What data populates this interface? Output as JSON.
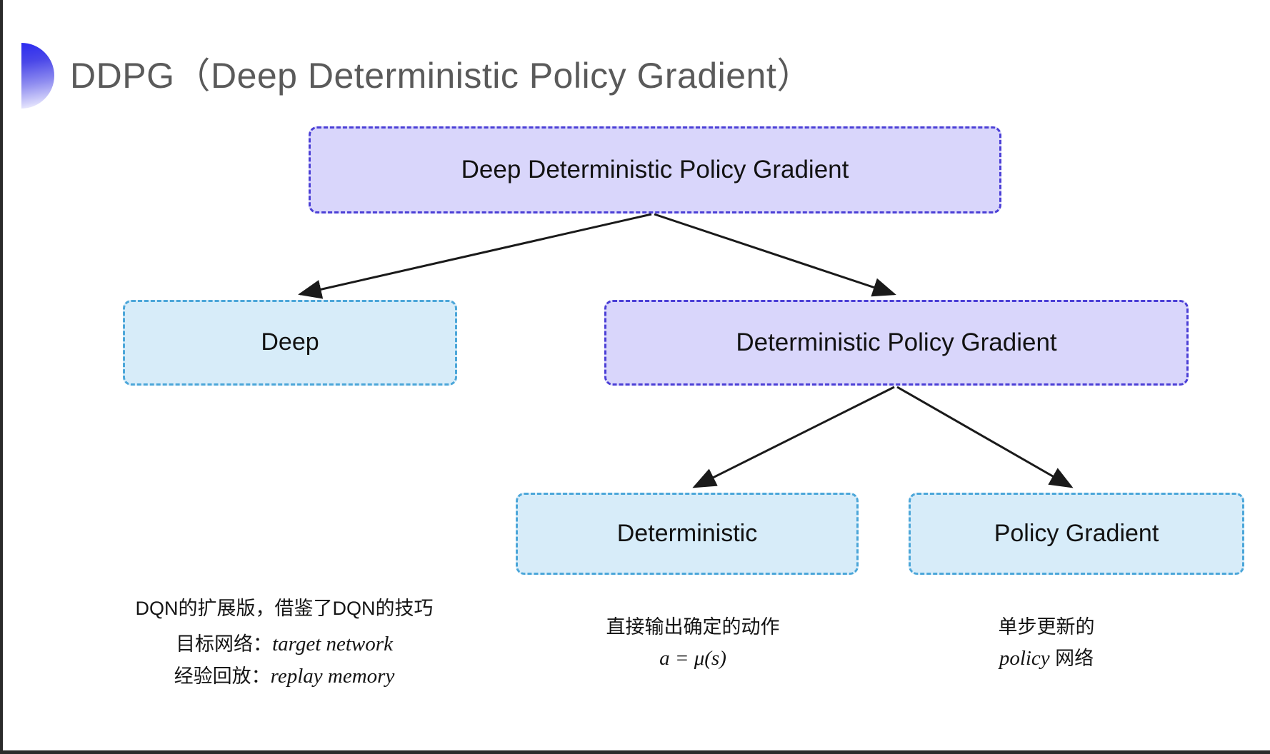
{
  "slide": {
    "title": "DDPG（Deep Deterministic Policy Gradient）",
    "background_color": "#ffffff",
    "bullet_icon": "gradient-half-circle-bullet"
  },
  "palette": {
    "purple_fill": "#d9d6fb",
    "purple_border": "#4b3fd6",
    "blue_fill": "#d7ecf9",
    "blue_border": "#4ba6d9",
    "title_color": "#5a5a5a",
    "text_color": "#121212",
    "arrow_color": "#1a1a1a"
  },
  "chart_data": {
    "type": "diagram",
    "title": "DDPG（Deep Deterministic Policy Gradient）",
    "nodes": [
      {
        "id": "root",
        "label": "Deep Deterministic Policy Gradient",
        "style": "purple",
        "level": 0
      },
      {
        "id": "deep",
        "label": "Deep",
        "style": "blue",
        "level": 1
      },
      {
        "id": "dpg",
        "label": "Deterministic Policy Gradient",
        "style": "purple",
        "level": 1
      },
      {
        "id": "det",
        "label": "Deterministic",
        "style": "blue",
        "level": 2
      },
      {
        "id": "pg",
        "label": "Policy Gradient",
        "style": "blue",
        "level": 2
      }
    ],
    "edges": [
      {
        "from": "root",
        "to": "deep"
      },
      {
        "from": "root",
        "to": "dpg"
      },
      {
        "from": "dpg",
        "to": "det"
      },
      {
        "from": "dpg",
        "to": "pg"
      }
    ]
  },
  "nodes": {
    "root": {
      "label": "Deep Deterministic Policy Gradient"
    },
    "deep": {
      "label": "Deep"
    },
    "dpg": {
      "label": "Deterministic Policy Gradient"
    },
    "det": {
      "label": "Deterministic"
    },
    "pg": {
      "label": "Policy Gradient"
    }
  },
  "annotations": {
    "deep": {
      "line1": "DQN的扩展版，借鉴了DQN的技巧",
      "line2_label": "目标网络：",
      "line2_math": "target network",
      "line3_label": "经验回放：",
      "line3_math": "replay memory"
    },
    "deterministic": {
      "line1": "直接输出确定的动作",
      "line2_math": "a = μ(s)"
    },
    "policy_gradient": {
      "line1": "单步更新的",
      "line2_math": "policy",
      "line2_suffix": " 网络"
    }
  }
}
